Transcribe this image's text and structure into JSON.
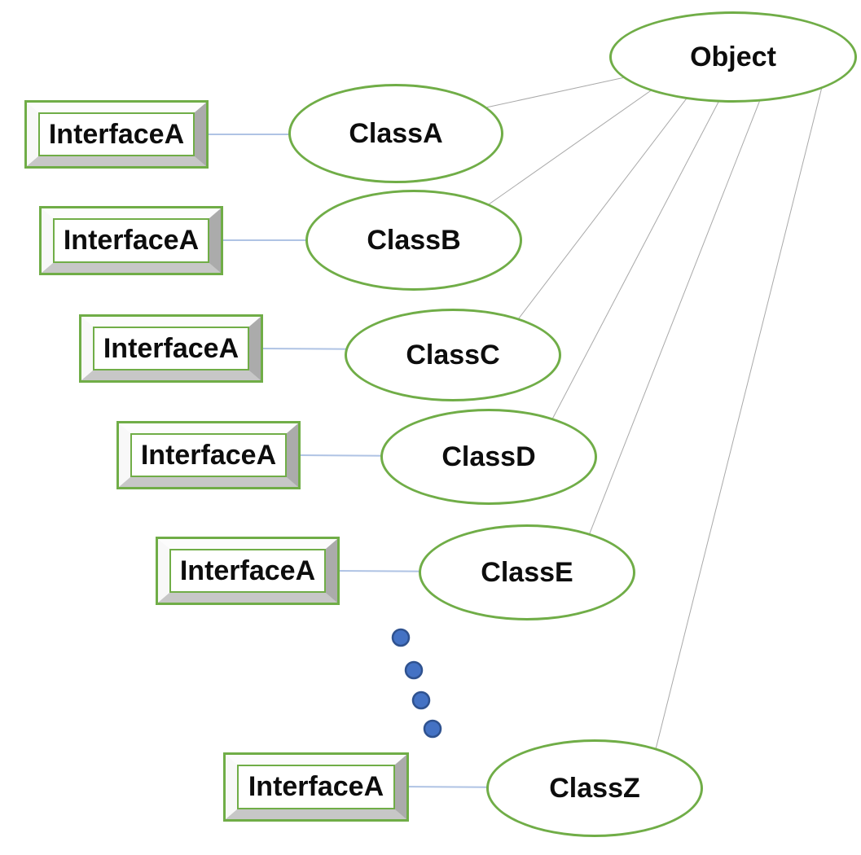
{
  "diagram": {
    "root": {
      "label": "Object",
      "shape": "ellipse"
    },
    "rows": [
      {
        "interface": {
          "label": "InterfaceA",
          "shape": "bevel-box"
        },
        "class": {
          "label": "ClassA",
          "shape": "ellipse"
        }
      },
      {
        "interface": {
          "label": "InterfaceA",
          "shape": "bevel-box"
        },
        "class": {
          "label": "ClassB",
          "shape": "ellipse"
        }
      },
      {
        "interface": {
          "label": "InterfaceA",
          "shape": "bevel-box"
        },
        "class": {
          "label": "ClassC",
          "shape": "ellipse"
        }
      },
      {
        "interface": {
          "label": "InterfaceA",
          "shape": "bevel-box"
        },
        "class": {
          "label": "ClassD",
          "shape": "ellipse"
        }
      },
      {
        "interface": {
          "label": "InterfaceA",
          "shape": "bevel-box"
        },
        "class": {
          "label": "ClassE",
          "shape": "ellipse"
        }
      },
      {
        "interface": {
          "label": "InterfaceA",
          "shape": "bevel-box"
        },
        "class": {
          "label": "ClassZ",
          "shape": "ellipse"
        }
      }
    ],
    "ellipsis": {
      "dot_count": 4,
      "meaning": "classes F through Y omitted"
    },
    "edges": {
      "inheritance": [
        {
          "from": "ClassA",
          "to": "Object"
        },
        {
          "from": "ClassB",
          "to": "Object"
        },
        {
          "from": "ClassC",
          "to": "Object"
        },
        {
          "from": "ClassD",
          "to": "Object"
        },
        {
          "from": "ClassE",
          "to": "Object"
        },
        {
          "from": "ClassZ",
          "to": "Object"
        }
      ],
      "implements": [
        {
          "from": "InterfaceA",
          "to": "ClassA"
        },
        {
          "from": "InterfaceA",
          "to": "ClassB"
        },
        {
          "from": "InterfaceA",
          "to": "ClassC"
        },
        {
          "from": "InterfaceA",
          "to": "ClassD"
        },
        {
          "from": "InterfaceA",
          "to": "ClassE"
        },
        {
          "from": "InterfaceA",
          "to": "ClassZ"
        }
      ]
    },
    "colors": {
      "shape_stroke": "#70AD47",
      "bevel_right_gray": "#ABABAB",
      "bevel_bottom_gray": "#C7C7C7",
      "interface_connector": "#AFC3E4",
      "inheritance_line": "#A9A9A9",
      "dot_fill": "#4472C4",
      "dot_stroke": "#2F528F",
      "text": "#0d0d0d",
      "background": "#FFFFFF"
    }
  }
}
